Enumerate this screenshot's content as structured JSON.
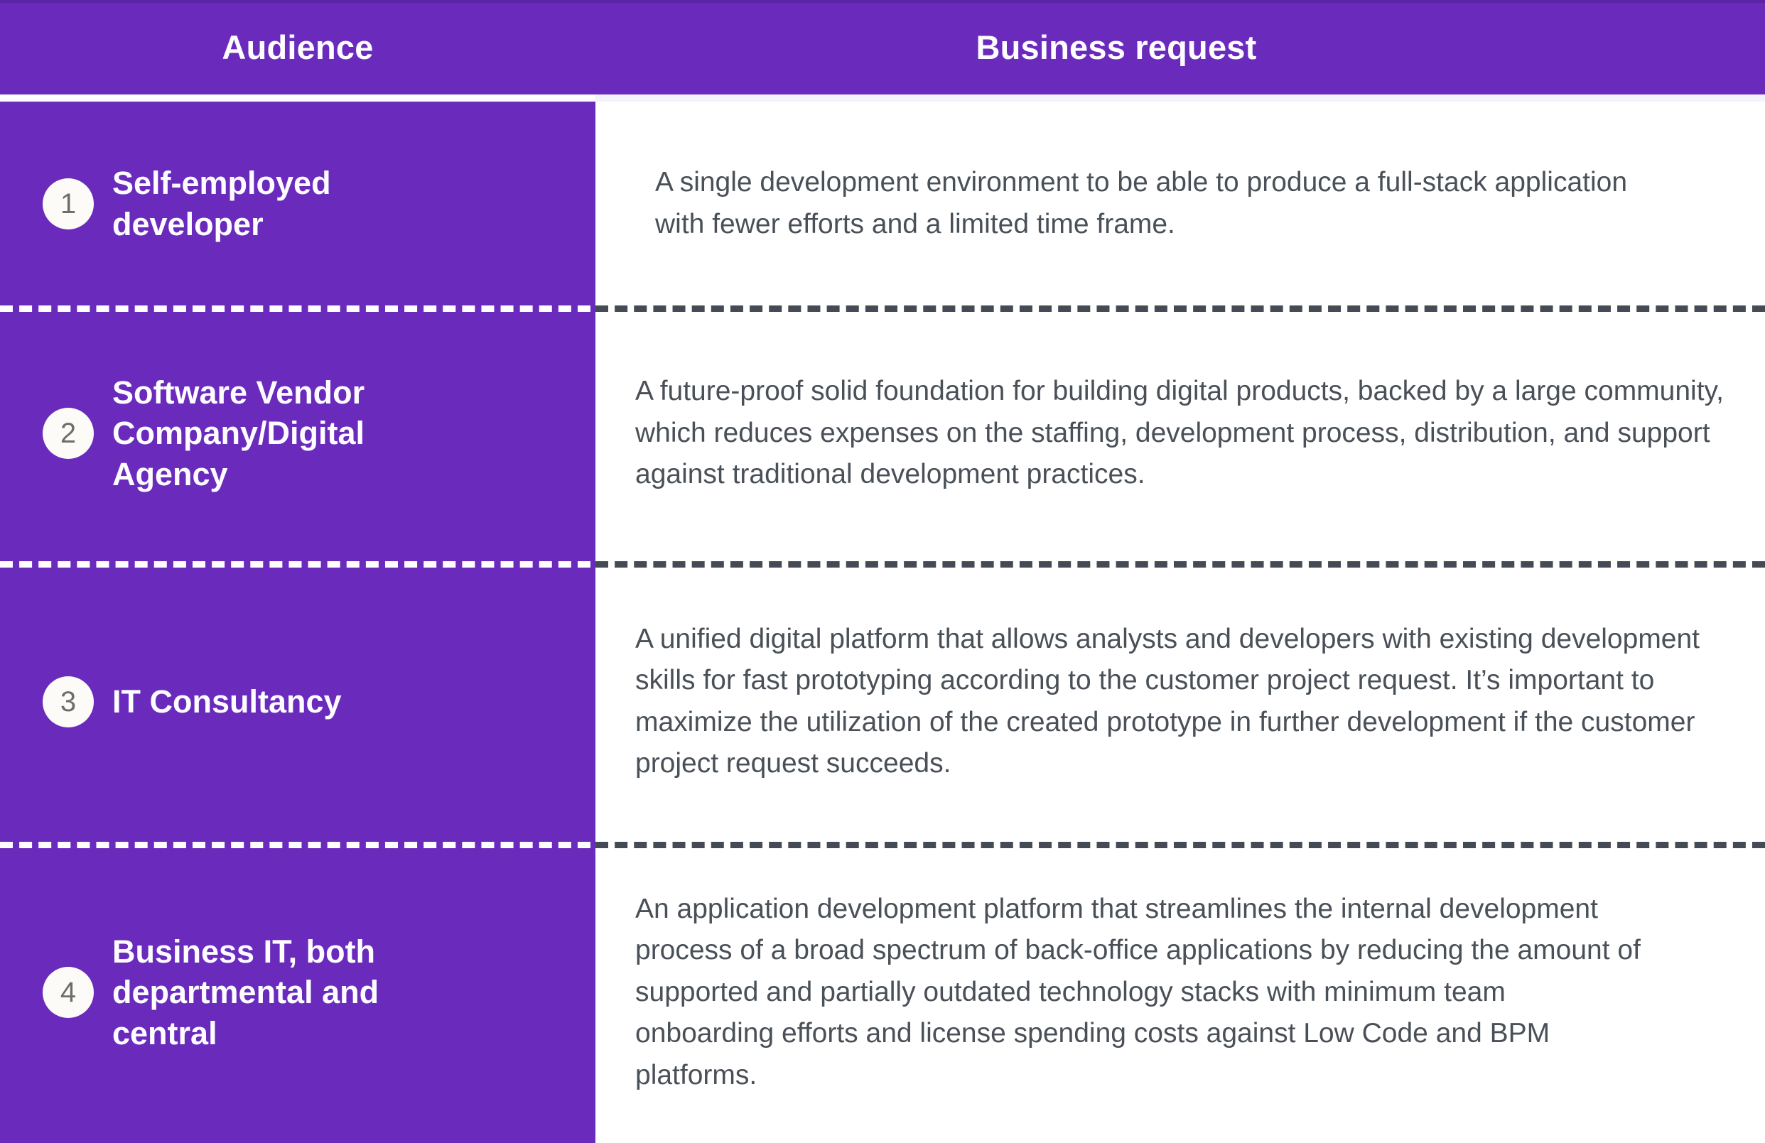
{
  "table": {
    "columns": [
      {
        "key": "audience",
        "label": "Audience"
      },
      {
        "key": "request",
        "label": "Business request"
      }
    ],
    "colors": {
      "brand_purple": "#6a2bbd",
      "header_top_rule": "#5a24a5",
      "header_text": "#fdfcff",
      "audience_text": "#fdfcff",
      "request_text": "#4a5058",
      "badge_background": "#fcfbf8",
      "badge_number": "#6d6d6d",
      "divider_light": "#ffffff",
      "divider_dark": "#454b54",
      "page_background": "#ffffff"
    },
    "rows": [
      {
        "number": "1",
        "audience": "Self-employed developer",
        "request": "A single development environment to be able to produce a full-stack application with fewer efforts and a limited time frame."
      },
      {
        "number": "2",
        "audience": "Software Vendor Company/Digital Agency",
        "request": "A future-proof solid foundation for building digital products, backed by a large community, which reduces expenses on the staffing, development process, distribution, and support against traditional development practices."
      },
      {
        "number": "3",
        "audience": "IT Consultancy",
        "request": "A unified digital platform that allows analysts and developers with existing development skills for fast prototyping according to the customer project request. It’s important to maximize the utilization of the created prototype in further development if the customer project request succeeds."
      },
      {
        "number": "4",
        "audience": "Business IT, both departmental and central",
        "request": "An application development platform that streamlines the internal development process of a broad spectrum of back-office applications by reducing the amount of supported and partially outdated technology stacks with minimum team onboarding efforts and license spending costs against Low Code and BPM platforms."
      }
    ]
  }
}
